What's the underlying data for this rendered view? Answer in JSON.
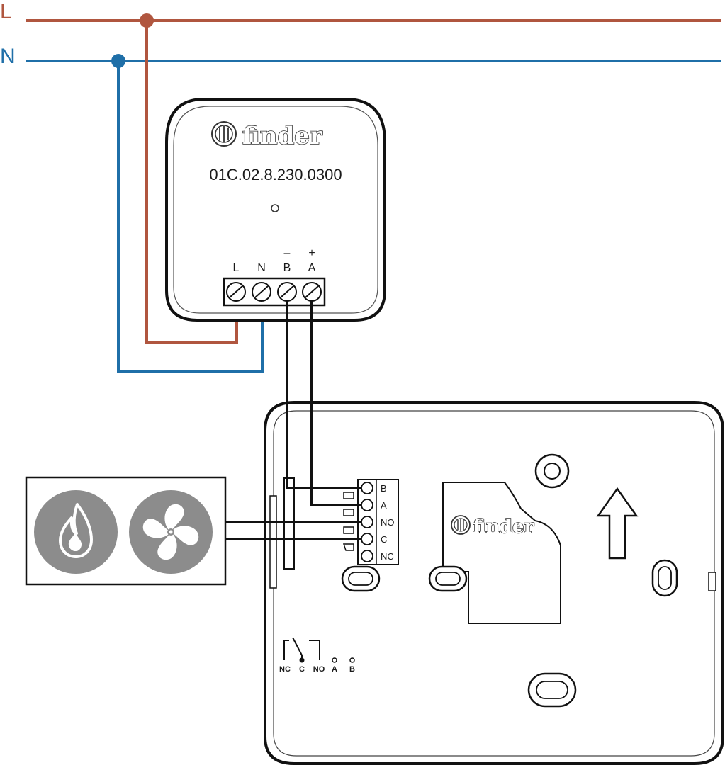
{
  "lines": {
    "l_label": "L",
    "n_label": "N",
    "colors": {
      "live": "#b0563f",
      "neutral": "#1f6fa8",
      "bus": "#111111"
    }
  },
  "module": {
    "brand": "finder",
    "model": "01C.02.8.230.0300",
    "terminals": [
      "L",
      "N",
      "B",
      "A"
    ],
    "polarity": {
      "b": "–",
      "a": "+"
    }
  },
  "thermostat": {
    "brand": "finder",
    "terminal_block": [
      "B",
      "A",
      "NO",
      "C",
      "NC"
    ],
    "relay_labels": [
      "NC",
      "C",
      "NO",
      "A",
      "B"
    ]
  },
  "load_box": {
    "icons": [
      "flame-icon",
      "fan-icon"
    ],
    "icon_bg": "#8c8c8c"
  }
}
